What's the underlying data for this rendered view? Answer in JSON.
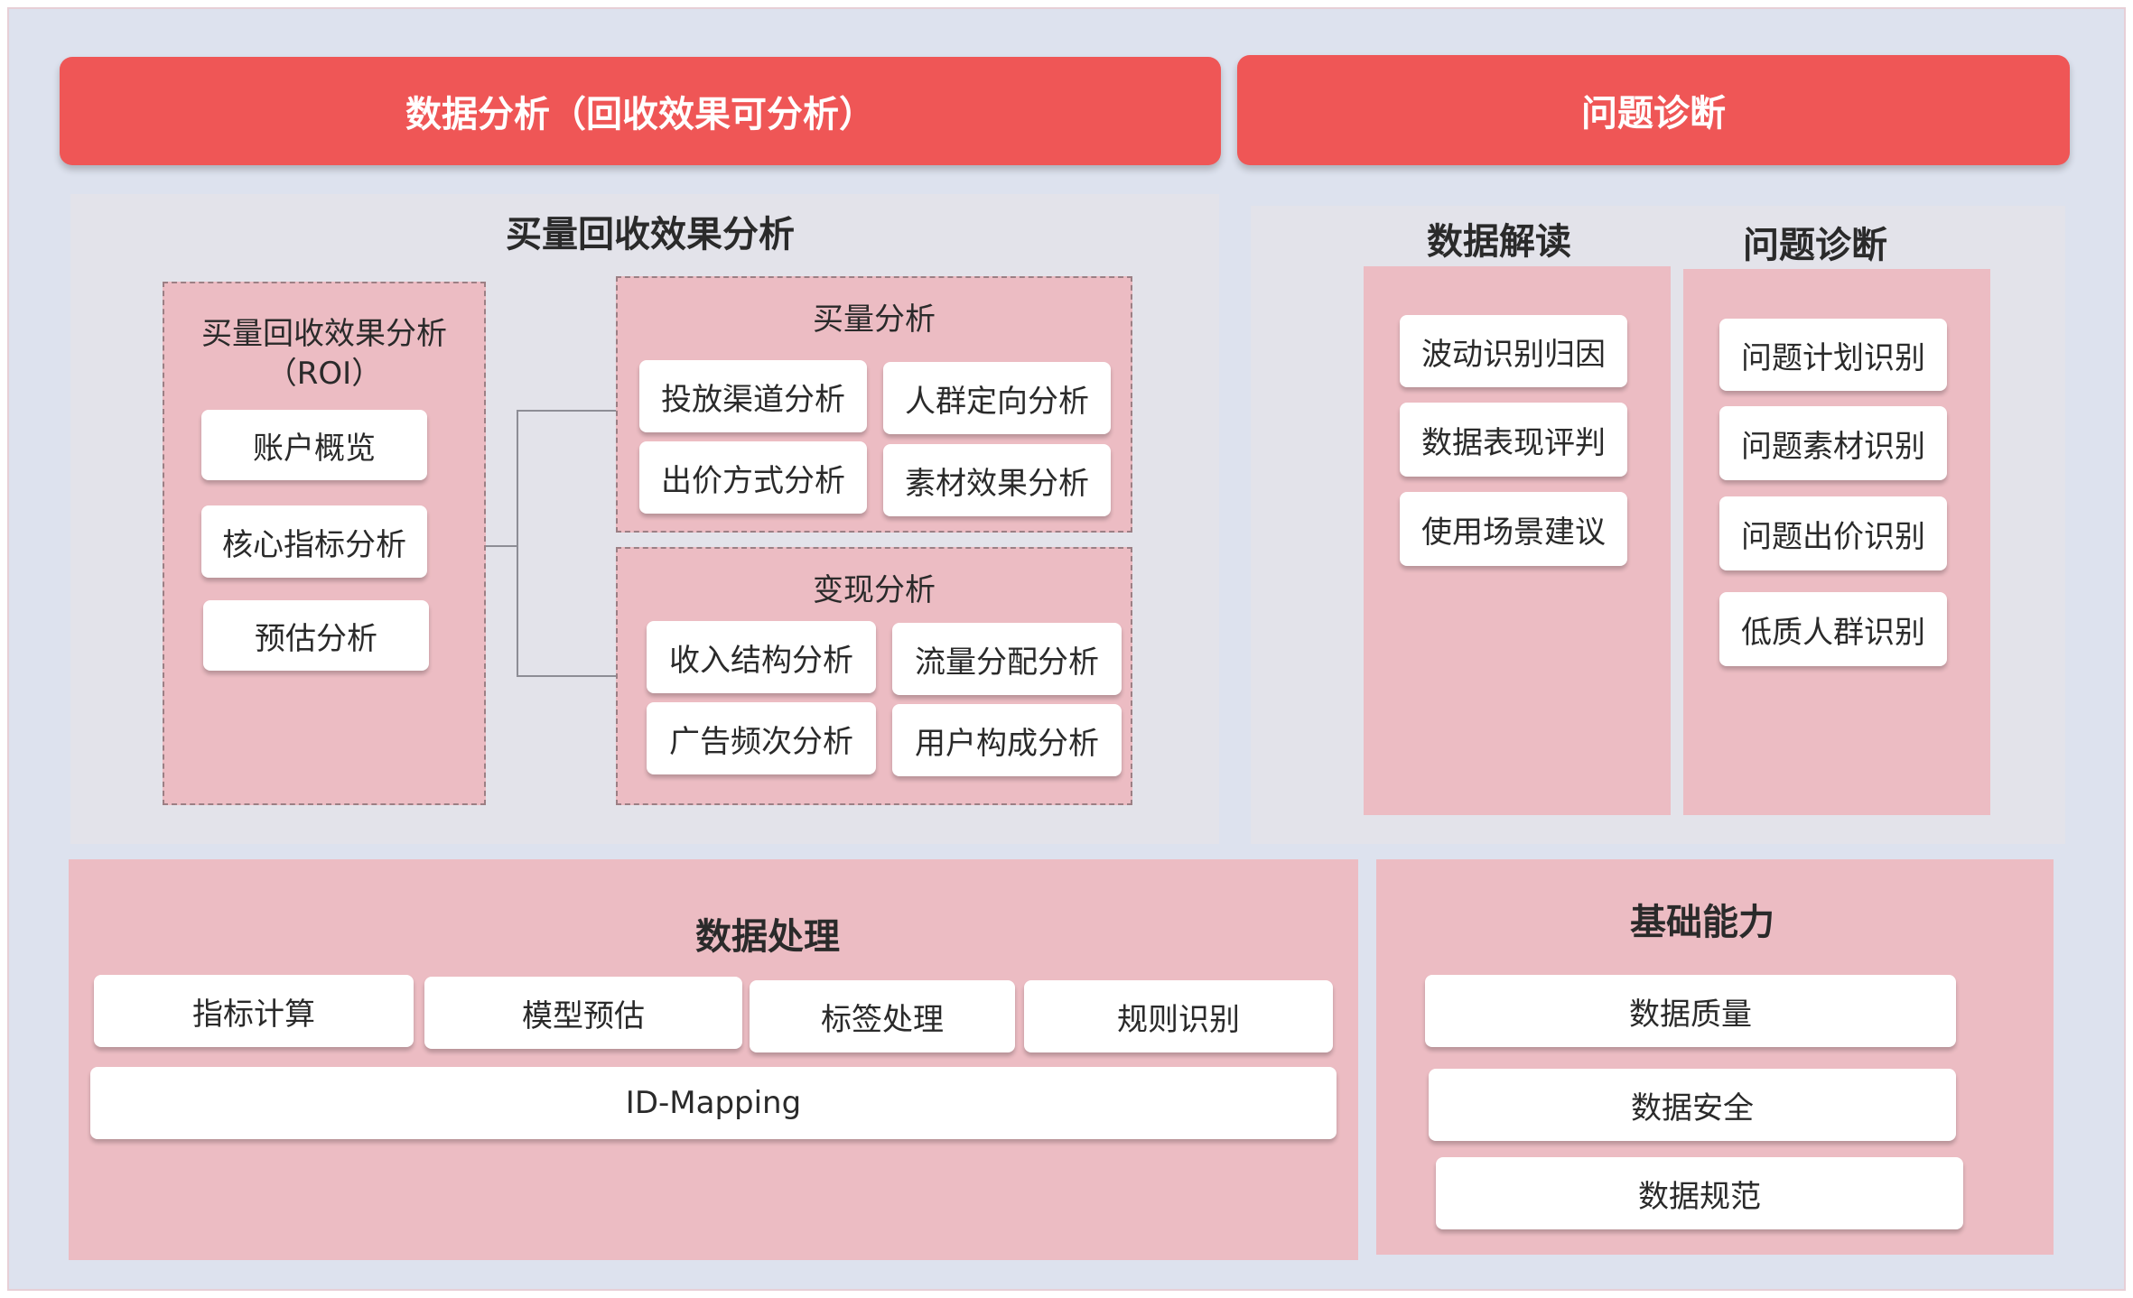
{
  "header": {
    "left_title": "数据分析（回收效果可分析）",
    "right_title": "问题诊断"
  },
  "recovery": {
    "title": "买量回收效果分析",
    "roi": {
      "title_line1": "买量回收效果分析",
      "title_line2": "（ROI）",
      "items": [
        "账户概览",
        "核心指标分析",
        "预估分析"
      ]
    },
    "buy": {
      "title": "买量分析",
      "items": [
        "投放渠道分析",
        "人群定向分析",
        "出价方式分析",
        "素材效果分析"
      ]
    },
    "monetize": {
      "title": "变现分析",
      "items": [
        "收入结构分析",
        "流量分配分析",
        "广告频次分析",
        "用户构成分析"
      ]
    }
  },
  "diagnosis": {
    "interpret": {
      "title": "数据解读",
      "items": [
        "波动识别归因",
        "数据表现评判",
        "使用场景建议"
      ]
    },
    "problem": {
      "title": "问题诊断",
      "items": [
        "问题计划识别",
        "问题素材识别",
        "问题出价识别",
        "低质人群识别"
      ]
    }
  },
  "processing": {
    "title": "数据处理",
    "items": [
      "指标计算",
      "模型预估",
      "标签处理",
      "规则识别"
    ],
    "id_mapping": "ID-Mapping"
  },
  "foundation": {
    "title": "基础能力",
    "items": [
      "数据质量",
      "数据安全",
      "数据规范"
    ]
  },
  "colors": {
    "header_red": "#ef5656",
    "panel_pink": "#ecbcc3",
    "background": "#dde2ee"
  }
}
